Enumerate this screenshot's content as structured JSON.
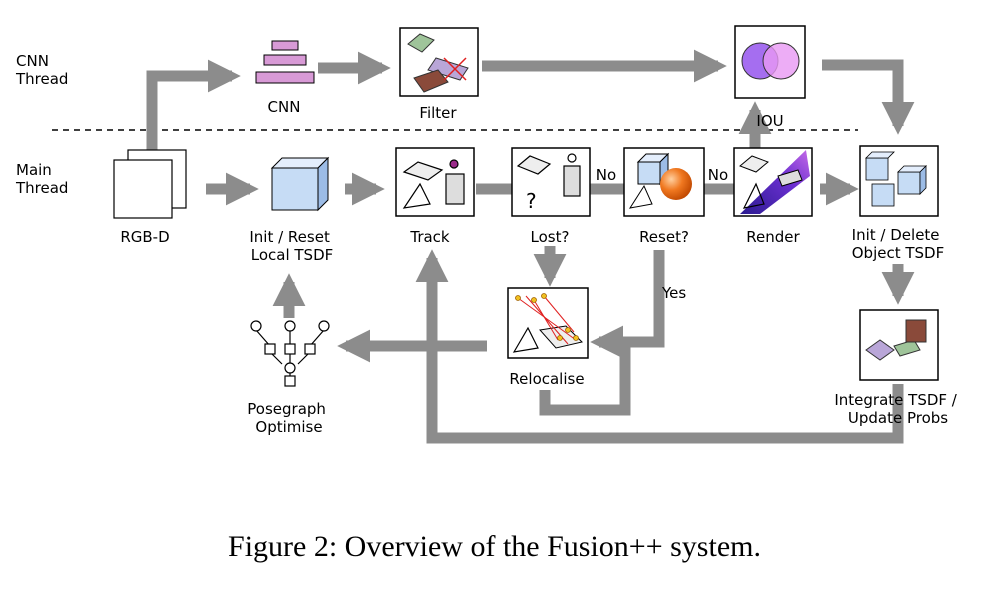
{
  "threads": {
    "cnn": [
      "CNN",
      "Thread"
    ],
    "main": [
      "Main",
      "Thread"
    ]
  },
  "nodes": {
    "cnn": "CNN",
    "filter": "Filter",
    "iou": "IOU",
    "rgbd": "RGB-D",
    "init_local": [
      "Init / Reset",
      "Local TSDF"
    ],
    "track": "Track",
    "lost": "Lost?",
    "reset": "Reset?",
    "render": "Render",
    "init_object": [
      "Init / Delete",
      "Object TSDF"
    ],
    "integrate": [
      "Integrate TSDF /",
      "Update Probs"
    ],
    "relocalise": "Relocalise",
    "posegraph": [
      "Posegraph",
      "Optimise"
    ]
  },
  "edge_labels": {
    "lost_reset": "No",
    "reset_render": "No",
    "reset_reloc": "Yes"
  },
  "lost_glyph": "?",
  "caption": "Figure 2: Overview of the Fusion++ system.",
  "colors": {
    "arrow": "#8c8c8c",
    "cnn_layers": "#d89ad6",
    "cube": "#c6dcf5",
    "iou_circle": "#a56ef0",
    "sphere": "#f07820",
    "render_gradient": "#6a2fd0"
  }
}
